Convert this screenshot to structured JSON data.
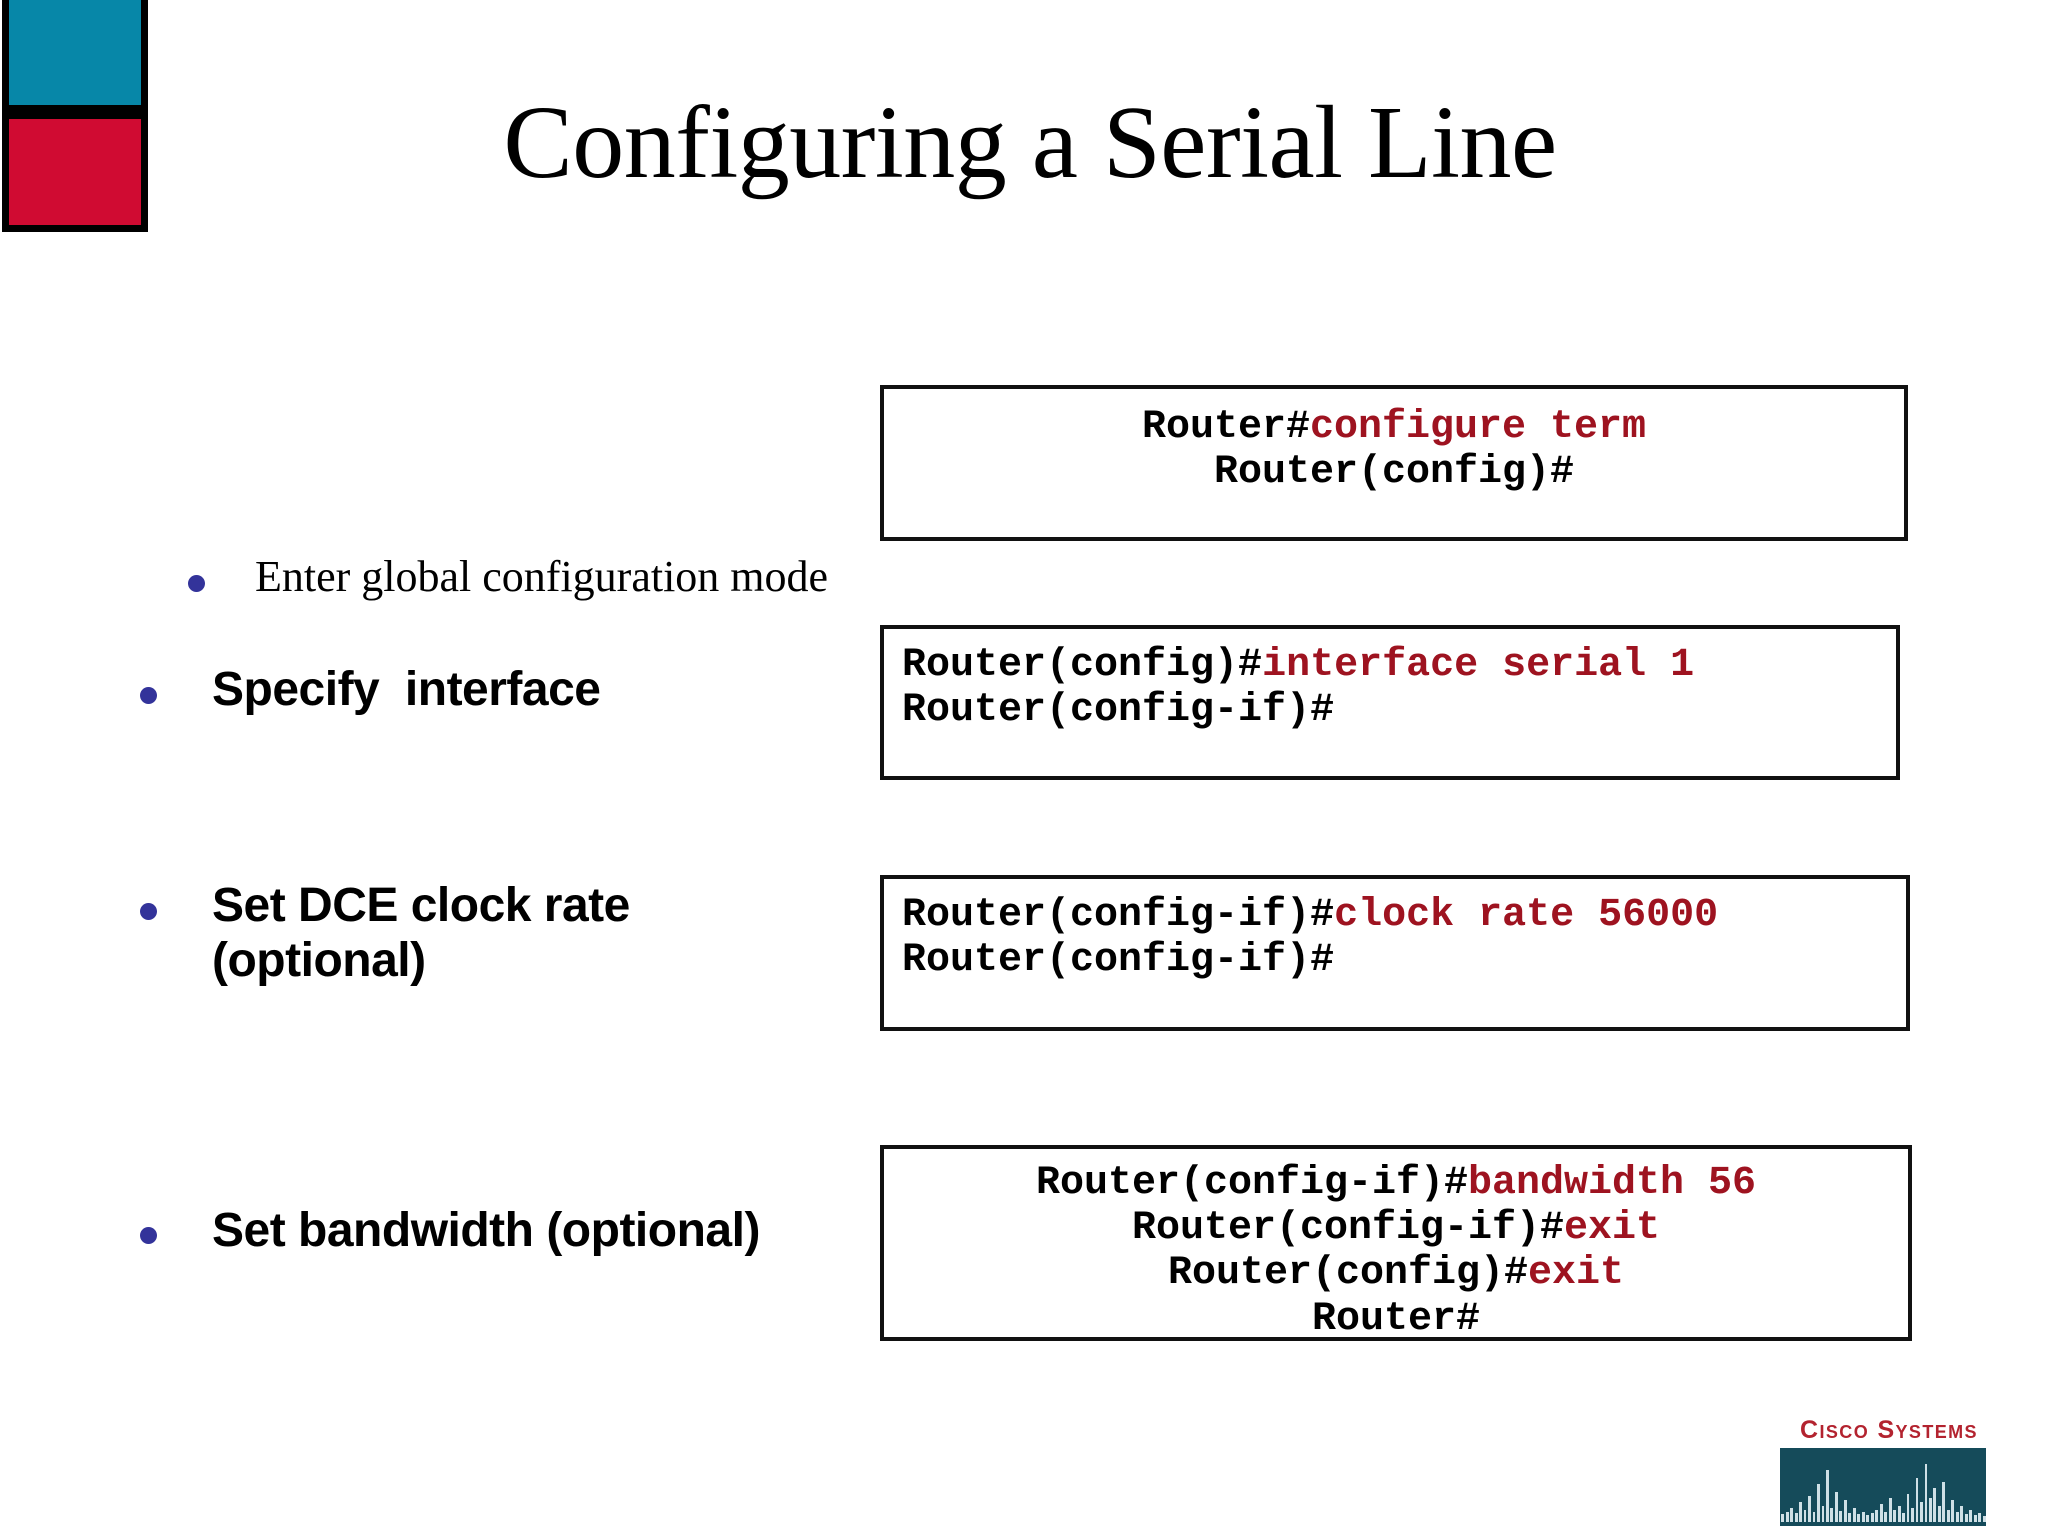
{
  "slide": {
    "title": "Configuring a Serial Line",
    "background": "#ffffff"
  },
  "brand_mark": {
    "top_color": "#0787a8",
    "bottom_color": "#d00b32",
    "border_color": "#000000"
  },
  "colors": {
    "bullet_dot": "#33339a",
    "command_red": "#9e1320",
    "prompt_black": "#000000",
    "cisco_red": "#b3232f",
    "cisco_teal": "#154b5a"
  },
  "bullets": [
    {
      "label": "Enter global configuration mode",
      "style": "serif"
    },
    {
      "label": "Specify  interface",
      "style": "sans"
    },
    {
      "label": "Set DCE clock rate",
      "label2": "(optional)",
      "style": "sans"
    },
    {
      "label": "Set bandwidth (optional)",
      "style": "sans"
    }
  ],
  "code_boxes": [
    {
      "align": "center",
      "lines": [
        {
          "prompt": "Router#",
          "command": "configure term"
        },
        {
          "prompt": "Router(config)#",
          "command": ""
        }
      ]
    },
    {
      "align": "left",
      "lines": [
        {
          "prompt": "Router(config)#",
          "command": "interface serial 1"
        },
        {
          "prompt": "Router(config-if)#",
          "command": ""
        }
      ]
    },
    {
      "align": "left",
      "lines": [
        {
          "prompt": "Router(config-if)#",
          "command": "clock rate 56000"
        },
        {
          "prompt": "Router(config-if)#",
          "command": ""
        }
      ]
    },
    {
      "align": "center",
      "lines": [
        {
          "prompt": "Router(config-if)#",
          "command": "bandwidth 56"
        },
        {
          "prompt": "Router(config-if)#",
          "command": "exit"
        },
        {
          "prompt": "Router(config)#",
          "command": "exit"
        },
        {
          "prompt": "Router#",
          "command": ""
        }
      ]
    }
  ],
  "cisco_logo": {
    "wordmark": "Cisco Systems",
    "bar_heights": [
      8,
      10,
      14,
      9,
      20,
      12,
      26,
      10,
      38,
      16,
      52,
      14,
      30,
      11,
      22,
      9,
      14,
      8,
      10,
      7,
      9,
      12,
      18,
      10,
      24,
      12,
      16,
      9,
      28,
      14,
      44,
      20,
      58,
      24,
      34,
      16,
      40,
      12,
      22,
      10,
      16,
      8,
      12,
      7,
      9,
      6
    ]
  }
}
